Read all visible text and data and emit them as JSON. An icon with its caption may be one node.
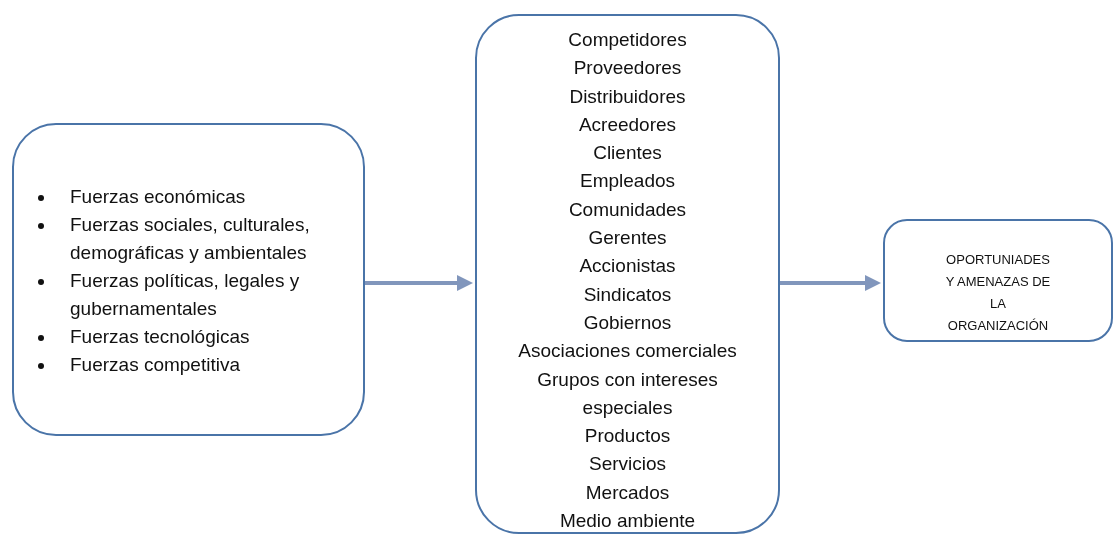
{
  "diagram": {
    "nodes": [
      {
        "text": [
          "Fuerzas económicas",
          "Fuerzas sociales, culturales, demográficas y ambientales",
          "Fuerzas políticas, legales y gubernamentales",
          "Fuerzas tecnológicas",
          "Fuerzas competitiva"
        ]
      },
      {
        "text": [
          "Competidores",
          "Proveedores",
          "Distribuidores",
          "Acreedores",
          "Clientes",
          "Empleados",
          "Comunidades",
          "Gerentes",
          "Accionistas",
          "Sindicatos",
          "Gobiernos",
          "Asociaciones comerciales",
          "Grupos con intereses especiales",
          "Productos",
          "Servicios",
          "Mercados",
          "Medio ambiente"
        ]
      },
      {
        "text": [
          "OPORTUNIADES Y AMENAZAS DE LA ORGANIZACIÓN"
        ]
      }
    ],
    "edges": [
      {
        "from": 0,
        "to": 1,
        "arrow": "to"
      },
      {
        "from": 1,
        "to": 2,
        "arrow": "to"
      }
    ]
  }
}
